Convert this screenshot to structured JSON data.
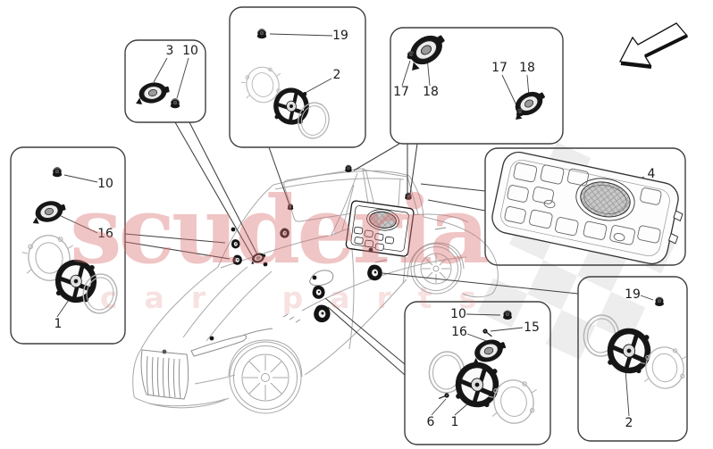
{
  "watermark": {
    "brand": "scuderia",
    "tagline": "car parts"
  },
  "colors": {
    "wm-pink": "#db7070",
    "line-dark": "#3f3f3f",
    "car-gray": "#a8a8a8",
    "checker-gray": "#dedede",
    "part-dark": "#161616"
  },
  "icons": {
    "direction_arrow": "arrow-southwest",
    "part_glyphs": [
      "speaker-icon",
      "tweeter-icon",
      "clip-icon",
      "screw-icon",
      "trim-ring-icon",
      "bracket-icon",
      "subwoofer-shelf-icon"
    ]
  },
  "callouts": [
    {
      "part": "3"
    },
    {
      "part": "10"
    },
    {
      "part": "19"
    },
    {
      "part": "2"
    },
    {
      "part": "17"
    },
    {
      "part": "18"
    },
    {
      "part": "17"
    },
    {
      "part": "18"
    },
    {
      "part": "4"
    },
    {
      "part": "10"
    },
    {
      "part": "16"
    },
    {
      "part": "1"
    },
    {
      "part": "10"
    },
    {
      "part": "15"
    },
    {
      "part": "16"
    },
    {
      "part": "6"
    },
    {
      "part": "1"
    },
    {
      "part": "19"
    },
    {
      "part": "2"
    }
  ]
}
